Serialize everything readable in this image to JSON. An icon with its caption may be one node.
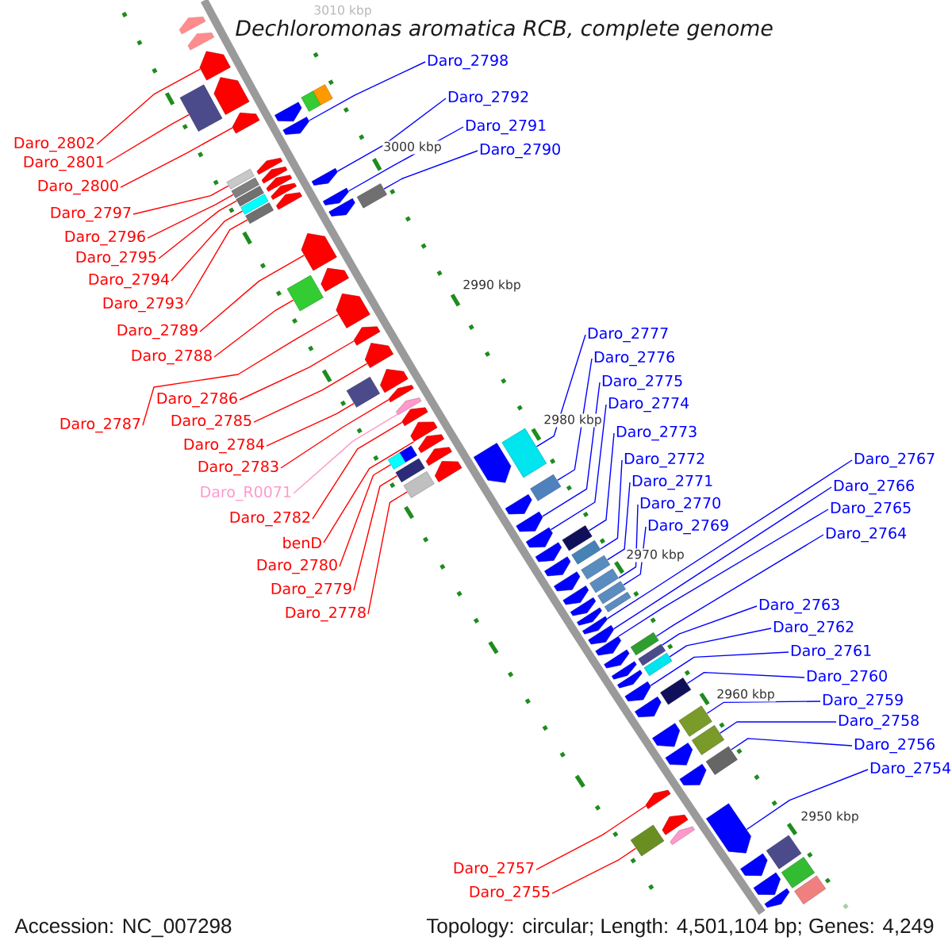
{
  "diagram": {
    "title": "Dechloromonas aromatica RCB, complete genome",
    "nodes": [
      {
        "text": [
          "Daro_2802"
        ]
      },
      {
        "text": [
          "Daro_2801"
        ]
      },
      {
        "text": [
          "Daro_2800"
        ]
      },
      {
        "text": [
          "Daro_2797"
        ]
      },
      {
        "text": [
          "Daro_2796"
        ]
      },
      {
        "text": [
          "Daro_2795"
        ]
      },
      {
        "text": [
          "Daro_2794"
        ]
      },
      {
        "text": [
          "Daro_2793"
        ]
      },
      {
        "text": [
          "Daro_2789"
        ]
      },
      {
        "text": [
          "Daro_2788"
        ]
      },
      {
        "text": [
          "Daro_2786"
        ]
      },
      {
        "text": [
          "Daro_2787"
        ]
      },
      {
        "text": [
          "Daro_2785"
        ]
      },
      {
        "text": [
          "Daro_2784"
        ]
      },
      {
        "text": [
          "Daro_2783"
        ]
      },
      {
        "text": [
          "Daro_R0071"
        ]
      },
      {
        "text": [
          "Daro_2782"
        ]
      },
      {
        "text": [
          "benD"
        ]
      },
      {
        "text": [
          "Daro_2780"
        ]
      },
      {
        "text": [
          "Daro_2779"
        ]
      },
      {
        "text": [
          "Daro_2778"
        ]
      },
      {
        "text": [
          "Daro_2757"
        ]
      },
      {
        "text": [
          "Daro_2755"
        ]
      },
      {
        "text": [
          "Daro_2798"
        ]
      },
      {
        "text": [
          "Daro_2792"
        ]
      },
      {
        "text": [
          "Daro_2791"
        ]
      },
      {
        "text": [
          "Daro_2790"
        ]
      },
      {
        "text": [
          "Daro_2777"
        ]
      },
      {
        "text": [
          "Daro_2776"
        ]
      },
      {
        "text": [
          "Daro_2775"
        ]
      },
      {
        "text": [
          "Daro_2774"
        ]
      },
      {
        "text": [
          "Daro_2773"
        ]
      },
      {
        "text": [
          "Daro_2772"
        ]
      },
      {
        "text": [
          "Daro_2771"
        ]
      },
      {
        "text": [
          "Daro_2770"
        ]
      },
      {
        "text": [
          "Daro_2769"
        ]
      },
      {
        "text": [
          "Daro_2767"
        ]
      },
      {
        "text": [
          "Daro_2766"
        ]
      },
      {
        "text": [
          "Daro_2765"
        ]
      },
      {
        "text": [
          "Daro_2764"
        ]
      },
      {
        "text": [
          "Daro_2763"
        ]
      },
      {
        "text": [
          "Daro_2762"
        ]
      },
      {
        "text": [
          "Daro_2761"
        ]
      },
      {
        "text": [
          "Daro_2760"
        ]
      },
      {
        "text": [
          "Daro_2759"
        ]
      },
      {
        "text": [
          "Daro_2758"
        ]
      },
      {
        "text": [
          "Daro_2756"
        ]
      },
      {
        "text": [
          "Daro_2754"
        ]
      },
      {
        "text": [],
        "shape": "pentagon"
      },
      {
        "text": [],
        "shape": "pentagon"
      },
      {
        "text": [],
        "shape": "pentagon"
      },
      {
        "text": [],
        "shape": "pentagon"
      },
      {
        "text": [],
        "shape": "pentagon"
      },
      {
        "text": [],
        "shape": "pentagon"
      },
      {
        "text": [],
        "shape": "pentagon"
      },
      {
        "text": [],
        "shape": "pentagon"
      },
      {
        "text": [],
        "shape": "pentagon"
      },
      {
        "text": [],
        "shape": "pentagon"
      },
      {
        "text": [],
        "shape": "pentagon"
      },
      {
        "text": [],
        "shape": "pentagon"
      },
      {
        "text": [],
        "shape": "pentagon"
      },
      {
        "text": [],
        "shape": "pentagon"
      },
      {
        "text": [],
        "shape": "pentagon"
      },
      {
        "text": [],
        "shape": "pentagon"
      },
      {
        "text": [],
        "shape": "pentagon"
      },
      {
        "text": [],
        "shape": "pentagon"
      },
      {
        "text": [],
        "shape": "pentagon"
      },
      {
        "text": [],
        "shape": "pentagon"
      },
      {
        "text": [],
        "shape": "pentagon"
      },
      {
        "text": [],
        "shape": "pentagon"
      },
      {
        "text": [],
        "shape": "pentagon"
      },
      {
        "text": [],
        "shape": "pentagon"
      },
      {
        "text": [],
        "shape": "pentagon"
      },
      {
        "text": [],
        "shape": "pentagon"
      },
      {
        "text": [],
        "shape": "pentagon"
      },
      {
        "text": [],
        "shape": "pentagon"
      },
      {
        "text": [],
        "shape": "pentagon"
      },
      {
        "text": [],
        "shape": "pentagon"
      },
      {
        "text": [],
        "shape": "pentagon"
      },
      {
        "text": [],
        "shape": "pentagon"
      },
      {
        "text": [],
        "shape": "pentagon"
      },
      {
        "text": [],
        "shape": "pentagon"
      },
      {
        "text": [],
        "shape": "pentagon"
      },
      {
        "text": [],
        "shape": "pentagon"
      },
      {
        "text": [],
        "shape": "pentagon"
      },
      {
        "text": [],
        "shape": "pentagon"
      },
      {
        "text": [],
        "shape": "pentagon"
      },
      {
        "text": [],
        "shape": "pentagon"
      },
      {
        "text": [],
        "shape": "pentagon"
      },
      {
        "text": [],
        "shape": "pentagon"
      },
      {
        "text": [],
        "shape": "pentagon"
      },
      {
        "text": [],
        "shape": "pentagon"
      },
      {
        "text": [],
        "shape": "pentagon"
      },
      {
        "text": [],
        "shape": "pentagon"
      },
      {
        "text": [],
        "shape": "pentagon"
      },
      {
        "text": [],
        "shape": "pentagon"
      },
      {
        "text": [],
        "shape": "pentagon"
      },
      {
        "text": [],
        "shape": "pentagon"
      },
      {
        "text": [],
        "shape": "pentagon"
      },
      {
        "text": [],
        "shape": "pentagon"
      },
      {
        "text": [],
        "shape": "pentagon"
      },
      {
        "text": [],
        "shape": "pentagon"
      },
      {
        "text": [],
        "shape": "pentagon"
      },
      {
        "text": [],
        "shape": "pentagon"
      }
    ],
    "edges": [
      {
        "from": 0,
        "to": 50,
        "arrow": "none",
        "color": "#ff0000"
      },
      {
        "from": 1,
        "to": 51,
        "arrow": "none",
        "color": "#ff0000"
      },
      {
        "from": 2,
        "to": 53,
        "arrow": "none",
        "color": "#ff0000"
      },
      {
        "from": 3,
        "to": 55,
        "arrow": "none",
        "color": "#ff0000"
      },
      {
        "from": 4,
        "to": 56,
        "arrow": "none",
        "color": "#ff0000"
      },
      {
        "from": 5,
        "to": 57,
        "arrow": "none",
        "color": "#ff0000"
      },
      {
        "from": 6,
        "to": 59,
        "arrow": "none",
        "color": "#ff0000"
      },
      {
        "from": 7,
        "to": 61,
        "arrow": "none",
        "color": "#ff0000"
      },
      {
        "from": 8,
        "to": 63,
        "arrow": "none",
        "color": "#ff0000"
      },
      {
        "from": 9,
        "to": 64,
        "arrow": "none",
        "color": "#ff0000"
      },
      {
        "from": 10,
        "to": 66,
        "arrow": "none",
        "color": "#ff0000"
      },
      {
        "from": 11,
        "to": 65,
        "arrow": "none",
        "color": "#ff0000"
      },
      {
        "from": 12,
        "to": 67,
        "arrow": "none",
        "color": "#ff0000"
      },
      {
        "from": 13,
        "to": 68,
        "arrow": "none",
        "color": "#ff0000"
      },
      {
        "from": 14,
        "to": 69,
        "arrow": "none",
        "color": "#ff0000"
      },
      {
        "from": 15,
        "to": 70,
        "arrow": "none",
        "color": "#ff99cc"
      },
      {
        "from": 16,
        "to": 71,
        "arrow": "none",
        "color": "#ff0000"
      },
      {
        "from": 17,
        "to": 72,
        "arrow": "none",
        "color": "#ff0000"
      },
      {
        "from": 18,
        "to": 73,
        "arrow": "none",
        "color": "#ff0000"
      },
      {
        "from": 19,
        "to": 74,
        "arrow": "none",
        "color": "#ff0000"
      },
      {
        "from": 20,
        "to": 75,
        "arrow": "none",
        "color": "#ff0000"
      },
      {
        "from": 21,
        "to": 97,
        "arrow": "none",
        "color": "#ff0000"
      },
      {
        "from": 22,
        "to": 98,
        "arrow": "none",
        "color": "#ff0000"
      },
      {
        "from": 23,
        "to": 54,
        "arrow": "none"
      },
      {
        "from": 24,
        "to": 58,
        "arrow": "none"
      },
      {
        "from": 25,
        "to": 60,
        "arrow": "none"
      },
      {
        "from": 26,
        "to": 62,
        "arrow": "none"
      },
      {
        "from": 27,
        "to": 76,
        "arrow": "none"
      },
      {
        "from": 28,
        "to": 77,
        "arrow": "none"
      },
      {
        "from": 29,
        "to": 78,
        "arrow": "none"
      },
      {
        "from": 30,
        "to": 79,
        "arrow": "none"
      },
      {
        "from": 31,
        "to": 80,
        "arrow": "none"
      },
      {
        "from": 32,
        "to": 81,
        "arrow": "none"
      },
      {
        "from": 33,
        "to": 82,
        "arrow": "none"
      },
      {
        "from": 34,
        "to": 83,
        "arrow": "none"
      },
      {
        "from": 35,
        "to": 84,
        "arrow": "none"
      },
      {
        "from": 36,
        "to": 86,
        "arrow": "none"
      },
      {
        "from": 37,
        "to": 87,
        "arrow": "none"
      },
      {
        "from": 38,
        "to": 88,
        "arrow": "none"
      },
      {
        "from": 39,
        "to": 89,
        "arrow": "none"
      },
      {
        "from": 40,
        "to": 90,
        "arrow": "none"
      },
      {
        "from": 41,
        "to": 91,
        "arrow": "none"
      },
      {
        "from": 42,
        "to": 92,
        "arrow": "none"
      },
      {
        "from": 43,
        "to": 93,
        "arrow": "none"
      },
      {
        "from": 44,
        "to": 94,
        "arrow": "none"
      },
      {
        "from": 45,
        "to": 95,
        "arrow": "none"
      },
      {
        "from": 46,
        "to": 96,
        "arrow": "none"
      },
      {
        "from": 47,
        "to": 100,
        "arrow": "none"
      }
    ],
    "labels": [
      "3010 kbp",
      "3000 kbp",
      "2990 kbp",
      "2980 kbp",
      "2970 kbp",
      "2960 kbp",
      "2950 kbp",
      "Accession: NC_007298",
      "Topology: circular; Length: 4,501,104 bp; Genes: 4,249"
    ]
  }
}
